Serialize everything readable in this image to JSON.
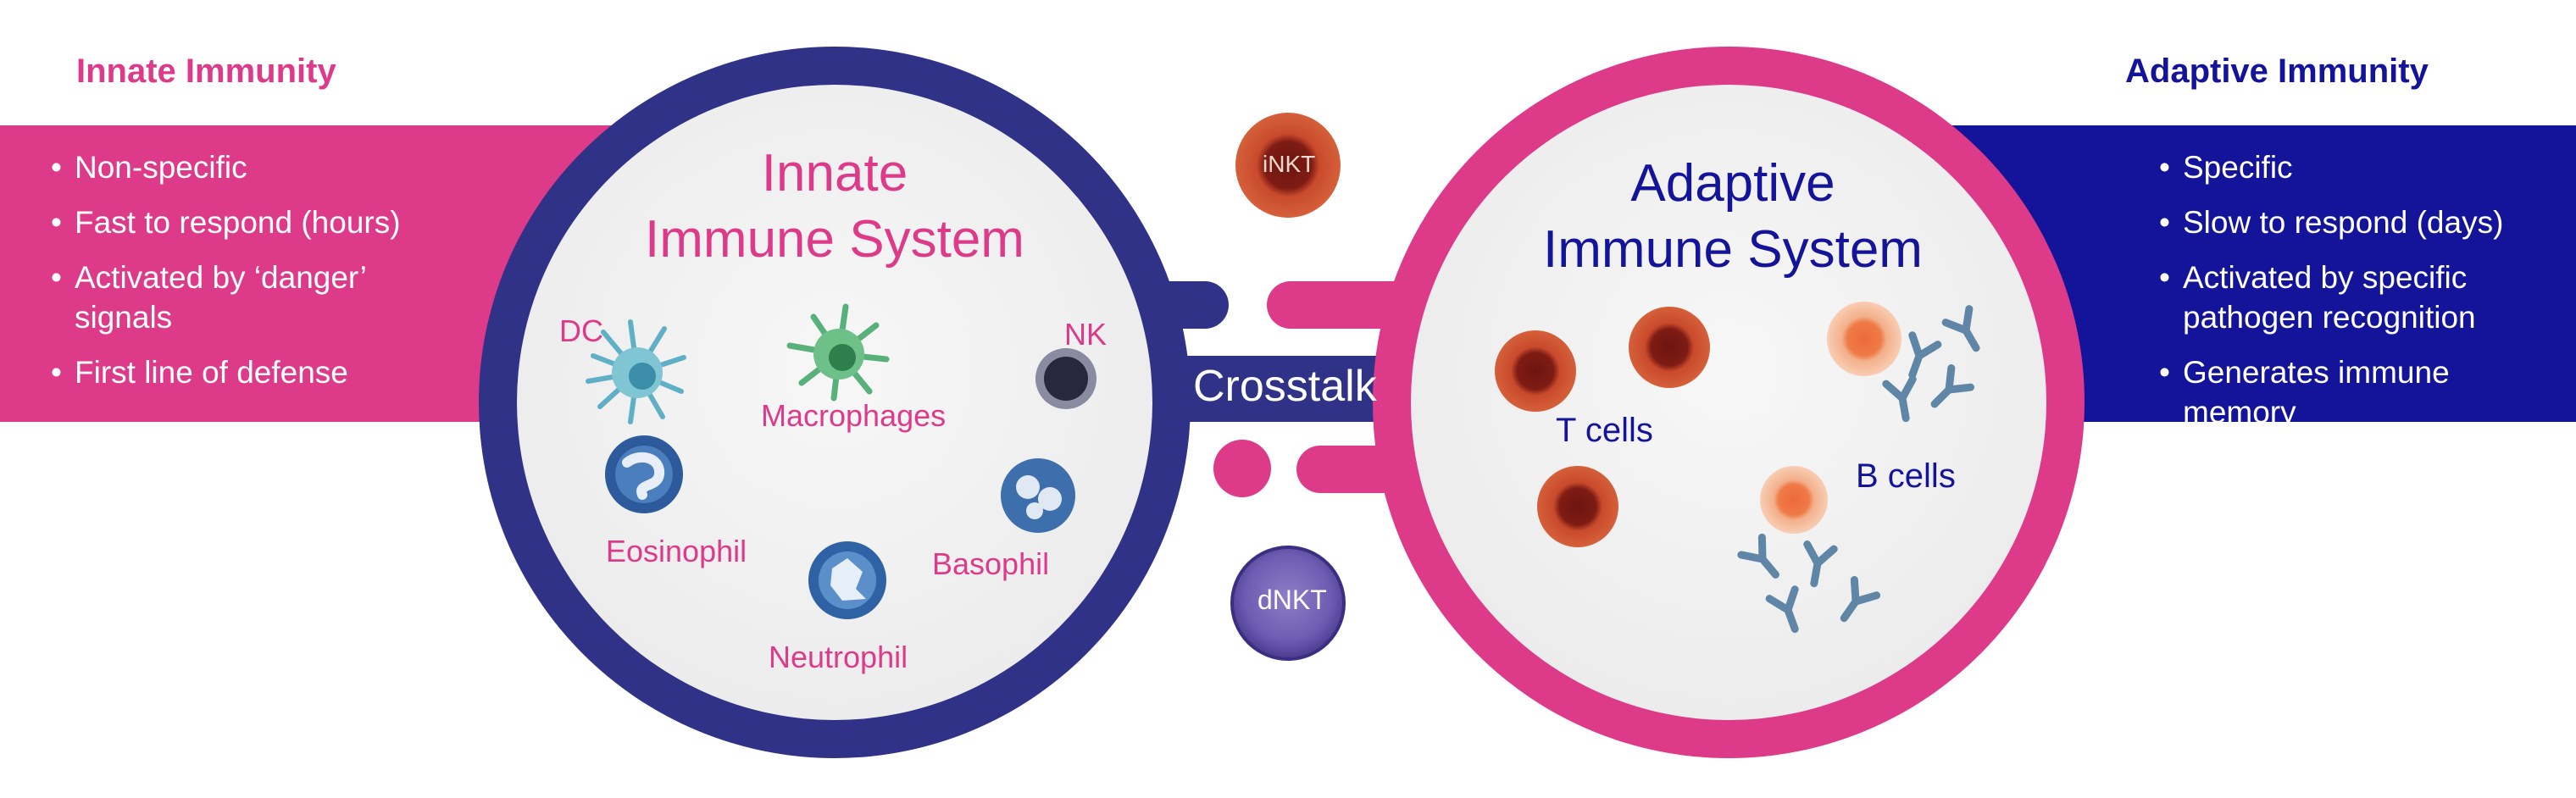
{
  "left_panel": {
    "heading": "Innate Immunity",
    "bullets": [
      "Non-specific",
      "Fast to respond (hours)",
      "Activated by ‘danger’ signals",
      "First line of defense"
    ],
    "color": "#de3a8a"
  },
  "right_panel": {
    "heading": "Adaptive Immunity",
    "bullets": [
      "Specific",
      "Slow to respond (days)",
      "Activated by specific pathogen recognition",
      "Generates immune memory"
    ],
    "color": "#14149a"
  },
  "innate_circle": {
    "title_line1": "Innate",
    "title_line2": "Immune System",
    "ring_color": "#2f3287",
    "cells": {
      "dc": "DC",
      "macrophages": "Macrophages",
      "nk": "NK",
      "eosinophil": "Eosinophil",
      "basophil": "Basophil",
      "neutrophil": "Neutrophil"
    }
  },
  "adaptive_circle": {
    "title_line1": "Adaptive",
    "title_line2": "Immune System",
    "ring_color": "#de3a8a",
    "cells": {
      "t_cells": "T cells",
      "b_cells": "B cells"
    }
  },
  "crosstalk": {
    "label": "Crosstalk",
    "inkt": "iNKT",
    "dnkt": "dNKT"
  }
}
